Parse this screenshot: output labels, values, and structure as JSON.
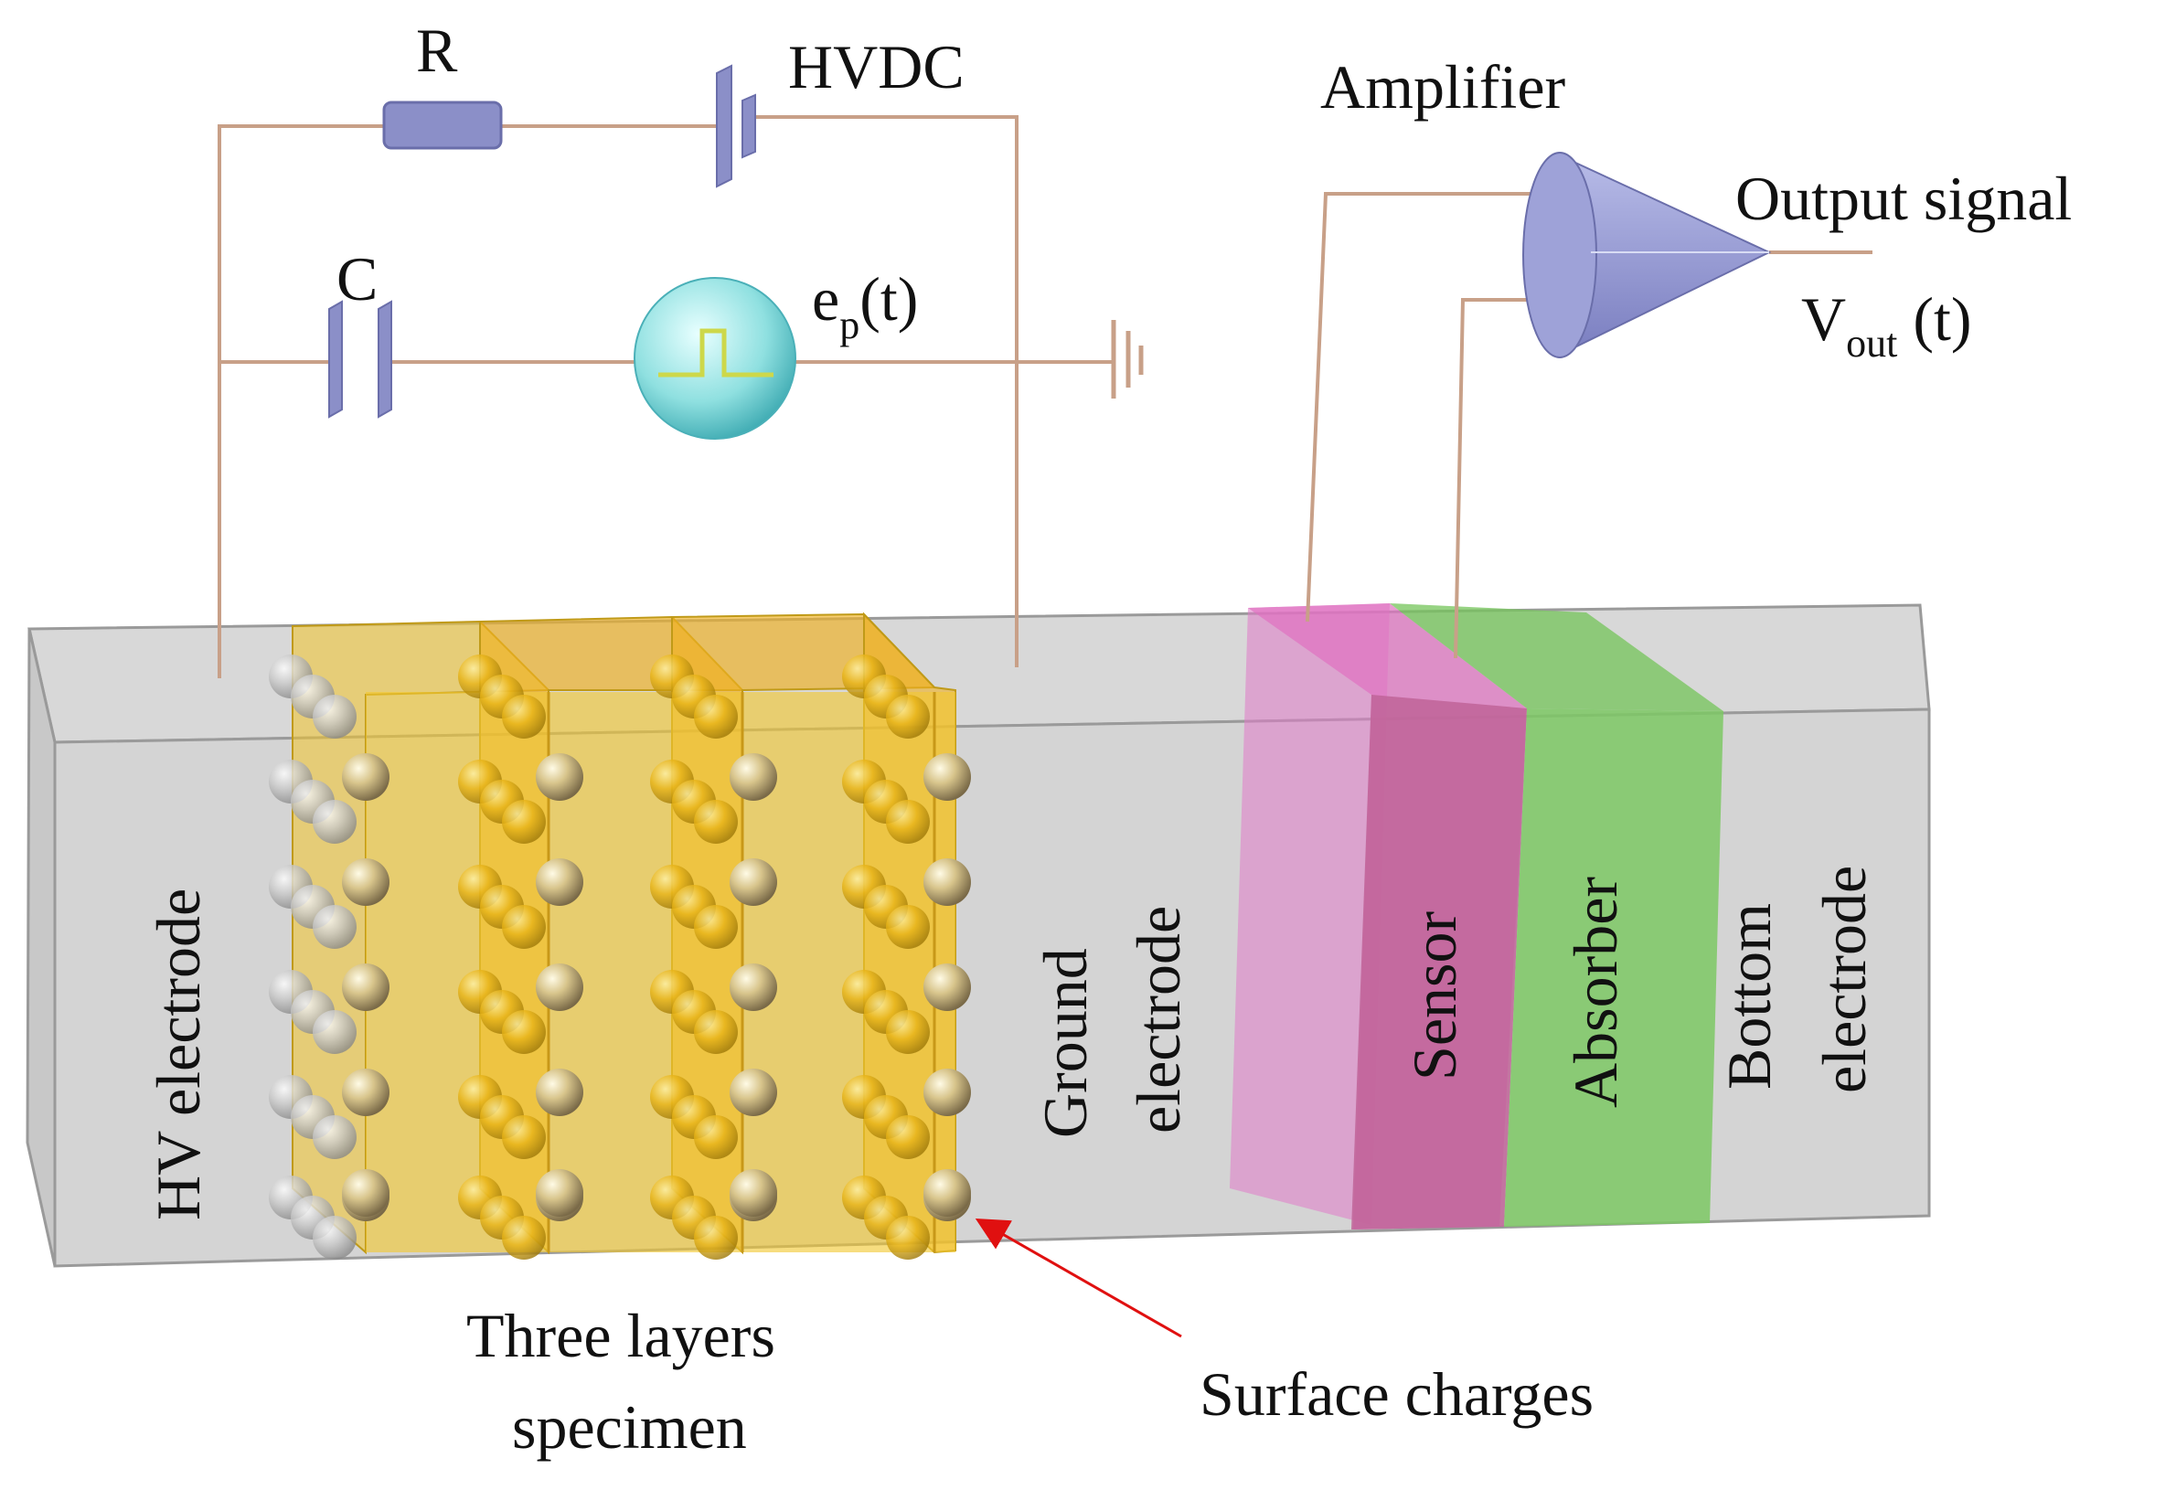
{
  "circuit": {
    "resistor_label": "R",
    "source_label": "HVDC",
    "capacitor_label": "C",
    "pulse_label_base": "e",
    "pulse_label_sub": "p",
    "pulse_label_tail": "(t)"
  },
  "amplifier": {
    "label": "Amplifier",
    "output_label": "Output signal",
    "vout_base": "V",
    "vout_sub": "out",
    "vout_tail": " (t)"
  },
  "regions": {
    "hv_electrode": "HV electrode",
    "ground_line1": "Ground",
    "ground_line2": "electrode",
    "sensor": "Sensor",
    "absorber": "Absorber",
    "bottom_line1": "Bottom",
    "bottom_line2": "electrode"
  },
  "annotations": {
    "specimen_line1": "Three layers",
    "specimen_line2": "specimen",
    "surface_charges": "Surface charges"
  },
  "colors": {
    "wire": "#c8a088",
    "component": "#8b8fc8",
    "block": "#d4d4d4",
    "specimen": "#f2c42a",
    "sensor": "#e07ac8",
    "absorber": "#7cc864",
    "arrow": "#e01010"
  }
}
